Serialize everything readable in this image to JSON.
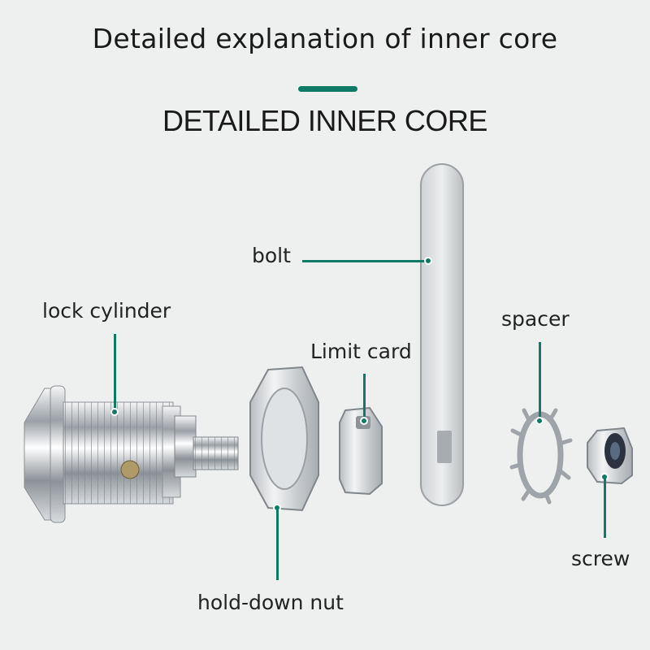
{
  "header": {
    "title": "Detailed explanation of inner core",
    "subtitle": "DETAILED INNER CORE"
  },
  "colors": {
    "accent": "#0f7a66",
    "background": "#eef0ef",
    "metal": "#cfd3d6"
  },
  "callouts": {
    "bolt": "bolt",
    "lock_cylinder": "lock cylinder",
    "limit_card": "Limit card",
    "spacer": "spacer",
    "hold_down_nut": "hold-down nut",
    "screw": "screw"
  }
}
